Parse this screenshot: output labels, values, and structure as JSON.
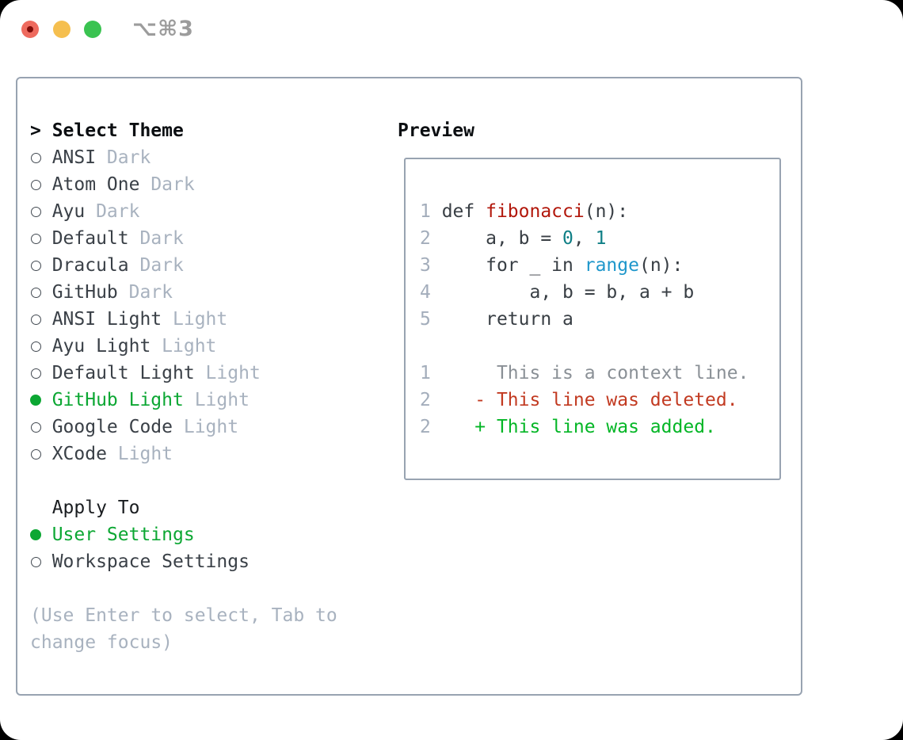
{
  "window": {
    "title_shortcut": "⌥⌘3"
  },
  "colors": {
    "traffic_close": "#ee6a5e",
    "traffic_close_dot": "#7f0b08",
    "traffic_minimize": "#f5bf4f",
    "traffic_zoom": "#3ac351",
    "panel_border": "#98a3b1",
    "text_dark": "#3a4047",
    "text_dim": "#a8b2bf",
    "selected_green": "#0ca733",
    "function_red": "#b2170b",
    "number_teal": "#0f7f86",
    "builtin_blue": "#1f97cb",
    "gutter_gray": "#a3adbb",
    "context_gray": "#8a9096",
    "deleted_red": "#c23a21",
    "added_green": "#04b626"
  },
  "theme_panel": {
    "header": {
      "marker": ">",
      "label": "Select Theme"
    },
    "themes": [
      {
        "name": "ANSI",
        "variant": "Dark",
        "selected": false
      },
      {
        "name": "Atom One",
        "variant": "Dark",
        "selected": false
      },
      {
        "name": "Ayu",
        "variant": "Dark",
        "selected": false
      },
      {
        "name": "Default",
        "variant": "Dark",
        "selected": false
      },
      {
        "name": "Dracula",
        "variant": "Dark",
        "selected": false
      },
      {
        "name": "GitHub",
        "variant": "Dark",
        "selected": false
      },
      {
        "name": "ANSI Light",
        "variant": "Light",
        "selected": false
      },
      {
        "name": "Ayu Light",
        "variant": "Light",
        "selected": false
      },
      {
        "name": "Default Light",
        "variant": "Light",
        "selected": false
      },
      {
        "name": "GitHub Light",
        "variant": "Light",
        "selected": true
      },
      {
        "name": "Google Code",
        "variant": "Light",
        "selected": false
      },
      {
        "name": "XCode",
        "variant": "Light",
        "selected": false
      }
    ],
    "apply_to": {
      "label": "Apply To",
      "options": [
        {
          "label": "User Settings",
          "selected": true
        },
        {
          "label": "Workspace Settings",
          "selected": false
        }
      ]
    },
    "hint_lines": [
      "(Use Enter to select, Tab to",
      "change focus)"
    ]
  },
  "preview": {
    "title": "Preview",
    "code_lines": [
      {
        "num": "1",
        "tokens": [
          {
            "t": "def ",
            "c": "code"
          },
          {
            "t": "fibonacci",
            "c": "func"
          },
          {
            "t": "(n):",
            "c": "code"
          }
        ]
      },
      {
        "num": "2",
        "tokens": [
          {
            "t": "    a, b = ",
            "c": "code"
          },
          {
            "t": "0",
            "c": "number"
          },
          {
            "t": ", ",
            "c": "code"
          },
          {
            "t": "1",
            "c": "number"
          }
        ]
      },
      {
        "num": "3",
        "tokens": [
          {
            "t": "    for _ in ",
            "c": "code"
          },
          {
            "t": "range",
            "c": "builtin"
          },
          {
            "t": "(n):",
            "c": "code"
          }
        ]
      },
      {
        "num": "4",
        "tokens": [
          {
            "t": "        a, b = b, a + b",
            "c": "code"
          }
        ]
      },
      {
        "num": "5",
        "tokens": [
          {
            "t": "    return a",
            "c": "code"
          }
        ]
      }
    ],
    "diff_lines": [
      {
        "num": "1",
        "tokens": [
          {
            "t": "     This is a context line.",
            "c": "context"
          }
        ]
      },
      {
        "num": "2",
        "tokens": [
          {
            "t": "   - This line was deleted.",
            "c": "deleted"
          }
        ]
      },
      {
        "num": "2",
        "tokens": [
          {
            "t": "   + This line was added.",
            "c": "added"
          }
        ]
      }
    ]
  }
}
